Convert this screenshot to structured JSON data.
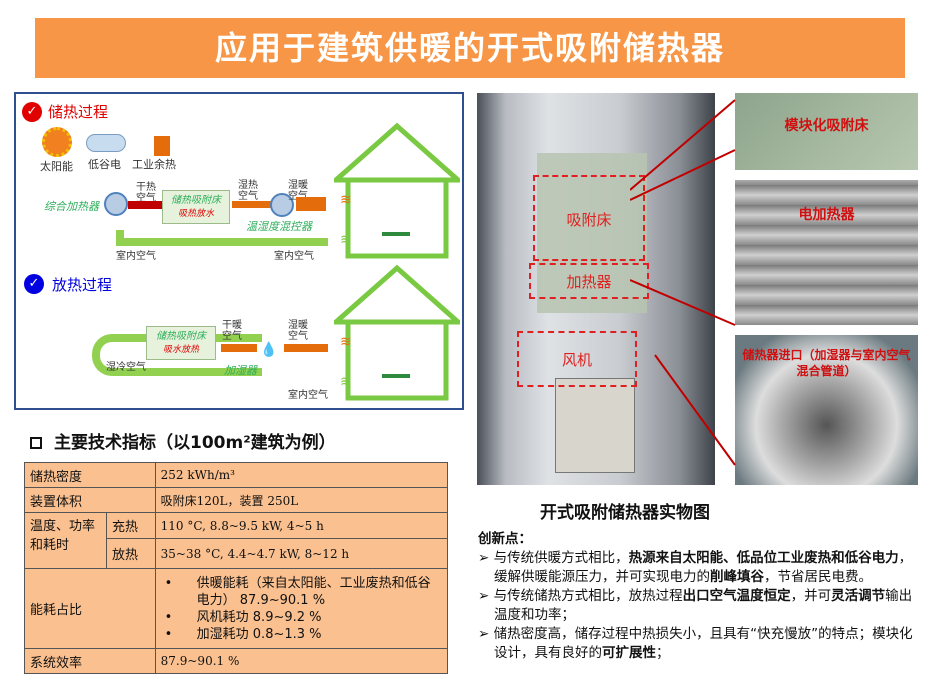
{
  "title": "应用于建筑供暖的开式吸附储热器",
  "diagram": {
    "storage_title": "储热过程",
    "release_title": "放热过程",
    "sources": [
      "太阳能",
      "低谷电",
      "工业余热"
    ],
    "heater": "综合加热器",
    "dry_hot_air": "干热空气",
    "bed": "储热吸附床",
    "bed_storage_sub": "吸热放水",
    "wet_hot_air": "湿热空气",
    "warm_wet_air": "湿暖空气",
    "controller": "温湿度混控器",
    "indoor_air": "室内空气",
    "bed_release_sub": "吸水放热",
    "dry_warm_air": "干暖空气",
    "humidifier": "加湿器",
    "wet_cold_air": "湿冷空气",
    "colors": {
      "storage": "#e00000",
      "release": "#0000e0",
      "green": "#7ac943",
      "orange": "#e46c0a"
    }
  },
  "specs": {
    "heading": "主要技术指标（以100m²建筑为例）",
    "rows": {
      "density": {
        "label": "储热密度",
        "value": "252 kWh/m³"
      },
      "volume": {
        "label": "装置体积",
        "value": "吸附床120L，装置 250L"
      },
      "tp": {
        "label": "温度、功率和耗时",
        "charge_label": "充热",
        "charge": "110 °C, 8.8~9.5 kW, 4~5 h",
        "discharge_label": "放热",
        "discharge": "35~38 °C, 4.4~4.7 kW, 8~12 h"
      },
      "energy": {
        "label": "能耗占比",
        "items": [
          "供暖能耗（来自太阳能、工业废热和低谷电力） 87.9~90.1 %",
          "风机耗功 8.9~9.2 %",
          "加湿耗功 0.8~1.3 %"
        ]
      },
      "eff": {
        "label": "系统效率",
        "value": "87.9~90.1 %"
      }
    }
  },
  "photo": {
    "labels": {
      "bed": "吸附床",
      "heater": "加热器",
      "fan": "风机"
    },
    "side": [
      "模块化吸附床",
      "电加热器",
      "储热器进口（加湿器与室内空气混合管道）"
    ],
    "caption": "开式吸附储热器实物图"
  },
  "innovation": {
    "title": "创新点：",
    "p1": [
      "与传统供暖方式相比，",
      "热源来自太阳能、低品位工业废热和低谷电力",
      "，缓解供暖能源压力，并可实现电力的",
      "削峰填谷",
      "，节省居民电费。"
    ],
    "p2": [
      "与传统储热方式相比，放热过程",
      "出口空气温度恒定",
      "，并可",
      "灵活调节",
      "输出温度和功率；"
    ],
    "p3": [
      "储热密度高，储存过程中热损失小，且具有“快充慢放”的特点；模块化设计，具有良好的",
      "可扩展性",
      "；"
    ]
  }
}
